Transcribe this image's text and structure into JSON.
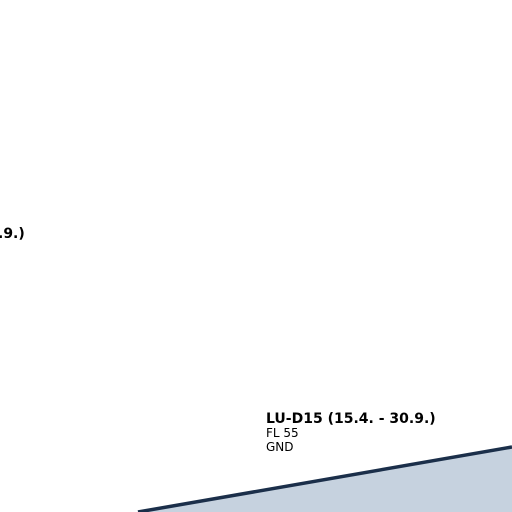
{
  "map": {
    "colors": {
      "background": "#ffffff",
      "zone_fill": "#c6d2df",
      "zone_border": "#1b2f4a"
    },
    "zones": [
      {
        "name": "LU-D15 (15.4. - 30.9.)",
        "upper_limit": "FL 55",
        "lower_limit": "GND"
      }
    ],
    "partial_label": ".9.)"
  }
}
